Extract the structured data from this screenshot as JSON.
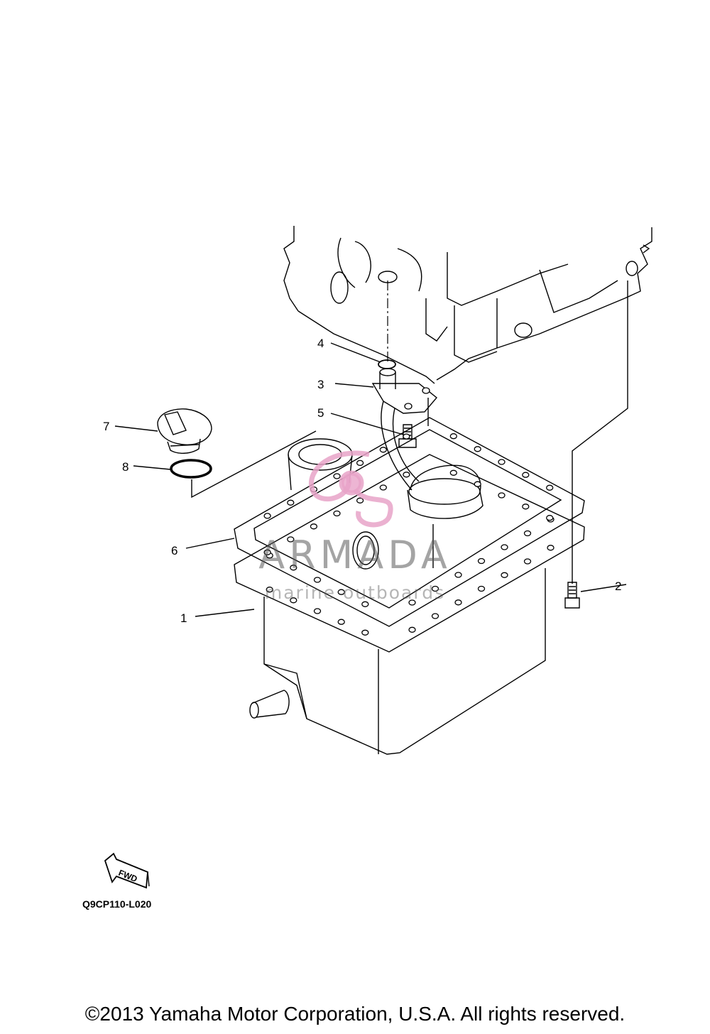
{
  "callouts": [
    {
      "label": "1",
      "part": "oil-pan"
    },
    {
      "label": "2",
      "part": "bolt"
    },
    {
      "label": "3",
      "part": "oil-strainer-pipe"
    },
    {
      "label": "4",
      "part": "o-ring-small"
    },
    {
      "label": "5",
      "part": "strainer-bolt"
    },
    {
      "label": "6",
      "part": "gasket"
    },
    {
      "label": "7",
      "part": "oil-filler-cap"
    },
    {
      "label": "8",
      "part": "o-ring"
    }
  ],
  "watermark": {
    "title": "ARMADA",
    "subtitle": "marine outboards",
    "logo_color": "#e8a3c8"
  },
  "figure_code": "Q9CP110-L020",
  "fwd_label": "FWD",
  "copyright": "©2013 Yamaha Motor Corporation, U.S.A. All rights reserved."
}
